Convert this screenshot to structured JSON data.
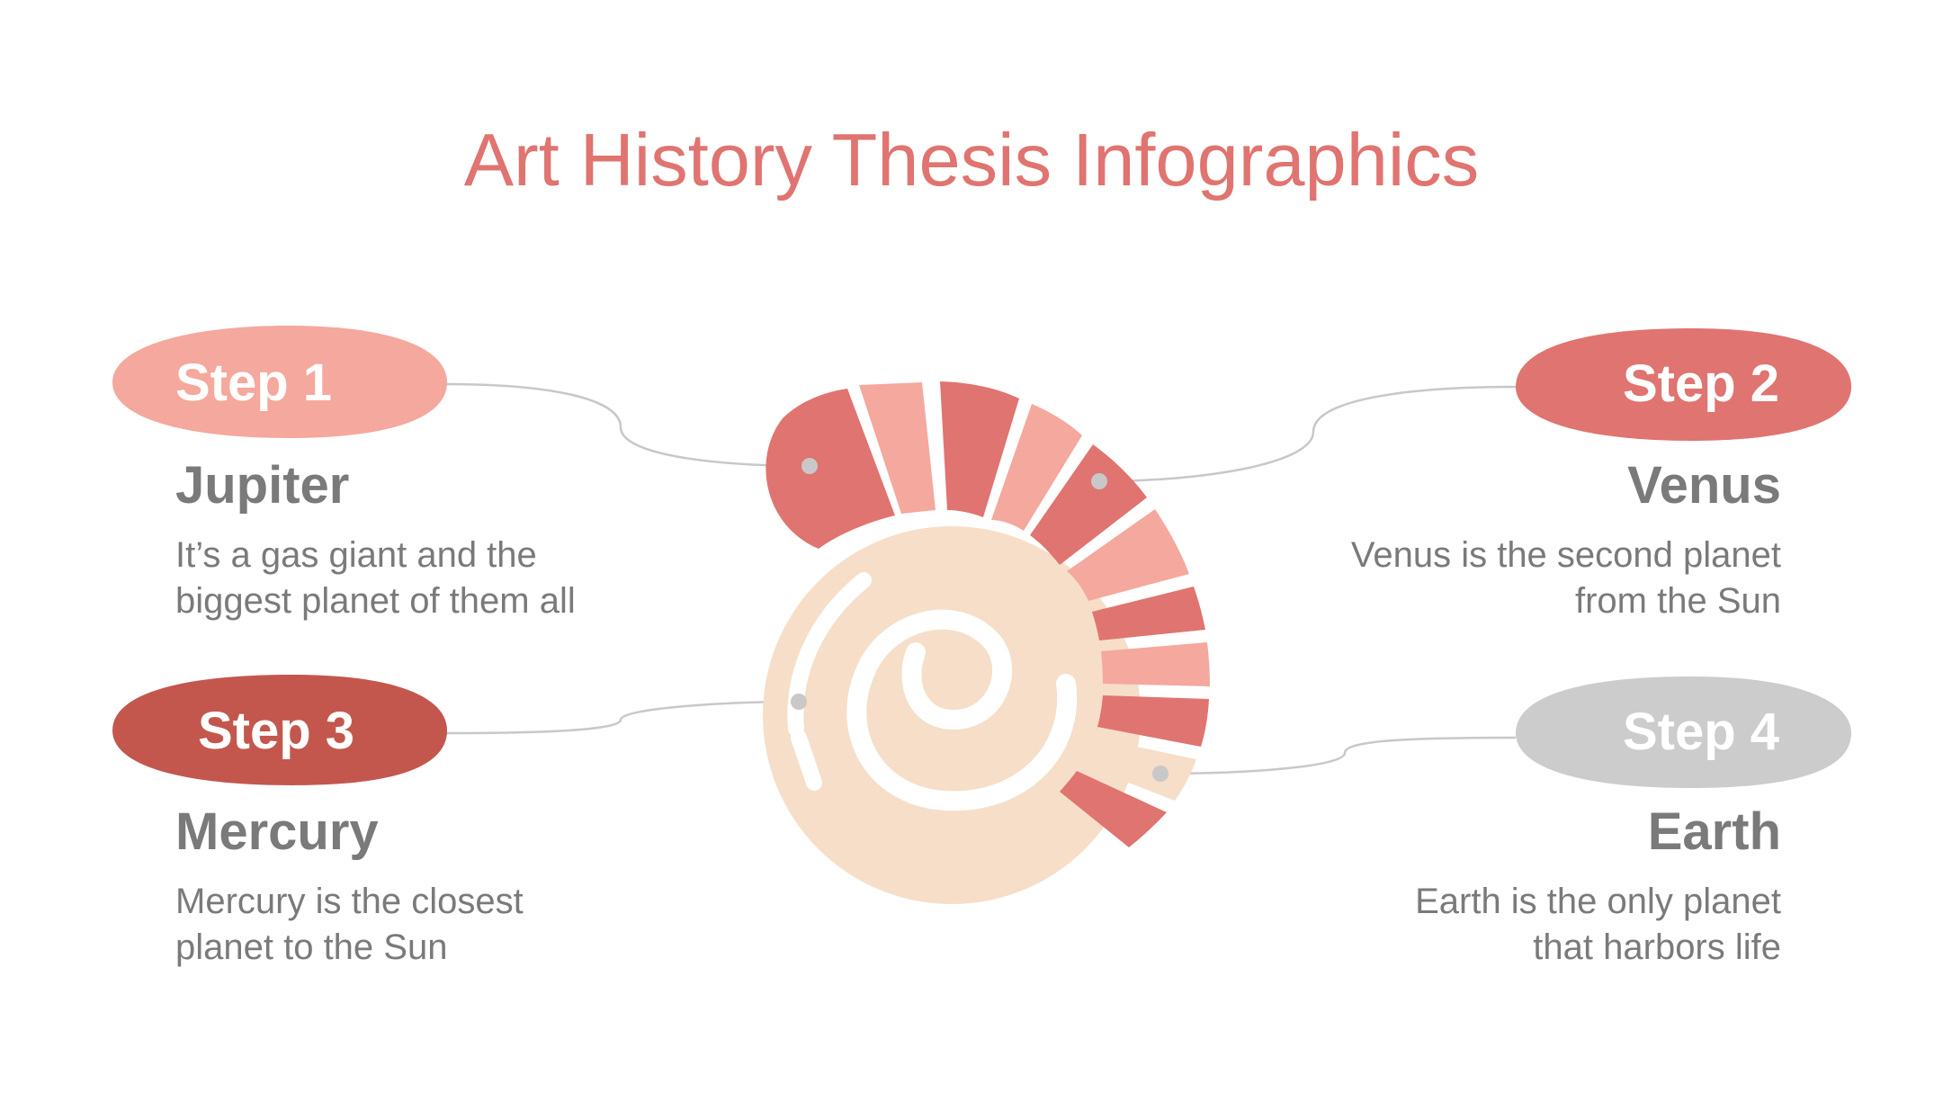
{
  "title": "Art History Thesis Infographics",
  "steps": [
    {
      "label": "Step 1",
      "heading": "Jupiter",
      "desc_line1": "It’s a gas giant and the",
      "desc_line2": "biggest planet of them all",
      "color": "#f5a89d"
    },
    {
      "label": "Step 2",
      "heading": "Venus",
      "desc_line1": "Venus is the second planet",
      "desc_line2": "from the Sun",
      "color": "#e07470"
    },
    {
      "label": "Step 3",
      "heading": "Mercury",
      "desc_line1": "Mercury is the closest",
      "desc_line2": "planet to the Sun",
      "color": "#c3574e"
    },
    {
      "label": "Step 4",
      "heading": "Earth",
      "desc_line1": "Earth is the only planet",
      "desc_line2": "that harbors life",
      "color": "#cccccc"
    }
  ],
  "shell_colors": {
    "dark": "#e07470",
    "light": "#f5a89d",
    "cream": "#f6dec8",
    "connector": "#c8c8c8"
  }
}
